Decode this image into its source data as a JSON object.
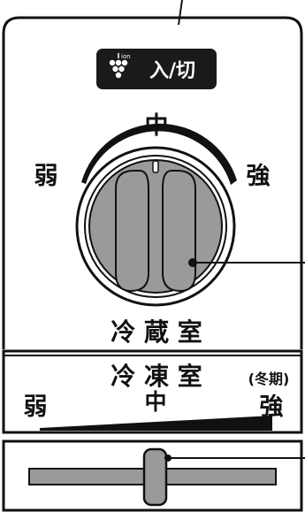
{
  "power_button": {
    "label": "入/切",
    "icon": "grapes-ion-icon",
    "icon_text": "ion"
  },
  "fridge_dial": {
    "label_left": "弱",
    "label_top": "中",
    "label_right": "強",
    "title": "冷 蔵 室"
  },
  "freezer": {
    "title": "冷 凍 室",
    "winter_label": "(冬期)",
    "label_left": "弱",
    "label_mid": "中",
    "label_right": "強"
  },
  "colors": {
    "ink": "#111111",
    "button_bg": "#1a1a1a",
    "knob_fill": "#9a9a9a"
  }
}
